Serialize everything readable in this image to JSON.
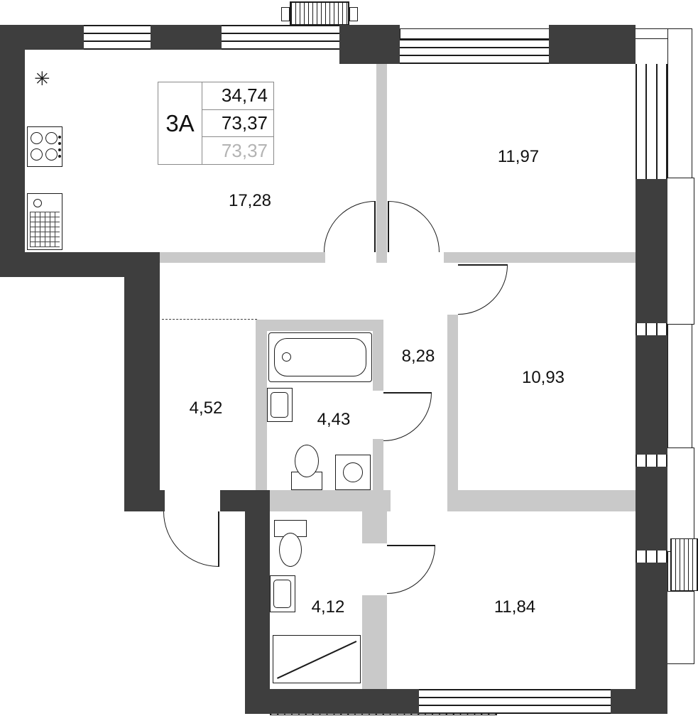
{
  "plan": {
    "unit": "3А",
    "info_box": {
      "living_area": "34,74",
      "total_area": "73,37",
      "total_area_alt": "73,37"
    },
    "rooms": [
      {
        "id": "kitchen-living",
        "area": "17,28"
      },
      {
        "id": "room-top-right",
        "area": "11,97"
      },
      {
        "id": "room-right",
        "area": "10,93"
      },
      {
        "id": "hallway",
        "area": "8,28"
      },
      {
        "id": "entry-hall",
        "area": "4,52"
      },
      {
        "id": "bathroom-main",
        "area": "4,43"
      },
      {
        "id": "bathroom-second",
        "area": "4,12"
      },
      {
        "id": "room-bottom-right",
        "area": "11,84"
      }
    ],
    "vent_symbol": "✳",
    "colors": {
      "wall_dark": "#3e3e3e",
      "wall_light": "#c9c9c9",
      "line": "#1c1c1c",
      "muted_value": "#b3b3b3"
    }
  }
}
